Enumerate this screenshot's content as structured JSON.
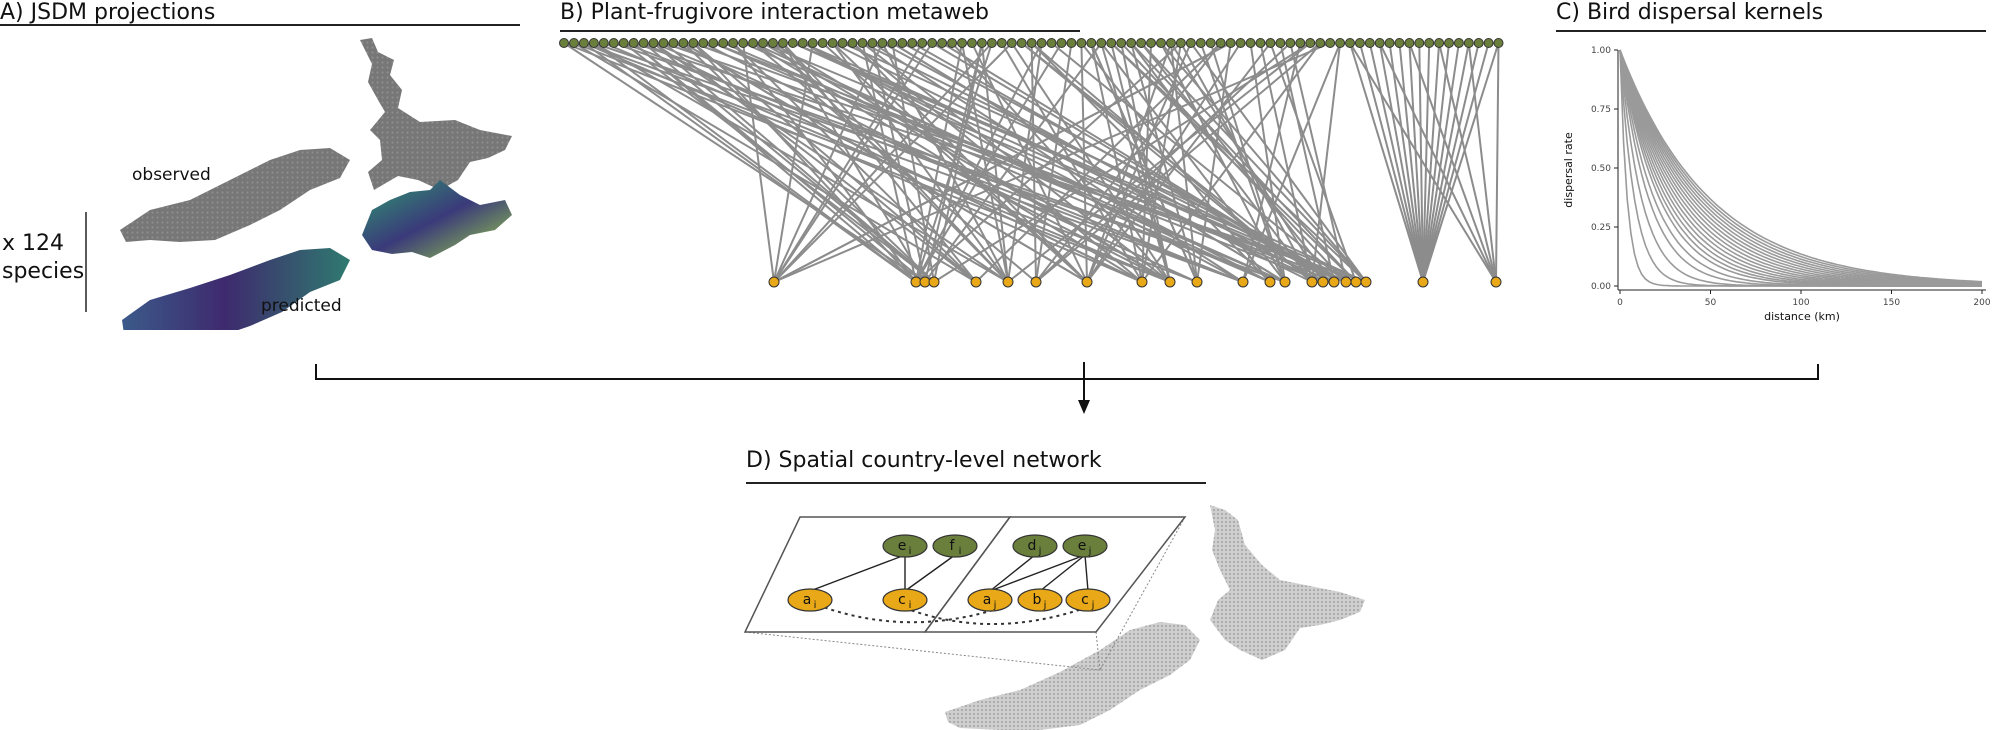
{
  "panelA": {
    "title": "A) JSDM projections",
    "label_observed": "observed",
    "label_predicted": "predicted",
    "multiplier_line1": "x 124",
    "multiplier_line2": "species"
  },
  "panelB": {
    "title": "B) Plant-frugivore interaction metaweb",
    "plant_color": "#6a7f3c",
    "frugivore_color": "#e8a817",
    "link_color": "#8c8c8c"
  },
  "panelC": {
    "title": "C) Bird dispersal kernels",
    "chart_data": {
      "type": "line",
      "xlabel": "distance (km)",
      "ylabel": "dispersal rate",
      "xlim": [
        0,
        200
      ],
      "ylim": [
        0,
        1
      ],
      "x_ticks": [
        "0",
        "50",
        "100",
        "150",
        "200"
      ],
      "y_ticks": [
        "0.00",
        "0.25",
        "0.50",
        "0.75",
        "1.00"
      ],
      "grid": false,
      "line_color": "#9a9a9a",
      "decay_lengths_km": [
        4,
        8,
        12,
        16,
        19,
        22,
        24,
        26,
        28,
        30,
        32,
        34,
        36,
        38,
        40,
        42,
        44,
        46,
        48,
        50
      ]
    }
  },
  "panelD": {
    "title": "D) Spatial country-level network",
    "nodes": [
      {
        "id": "ei",
        "base": "e",
        "sub": "i",
        "kind": "plant"
      },
      {
        "id": "fi",
        "base": "f",
        "sub": "i",
        "kind": "plant"
      },
      {
        "id": "dj",
        "base": "d",
        "sub": "j",
        "kind": "plant"
      },
      {
        "id": "ej",
        "base": "e",
        "sub": "j",
        "kind": "plant"
      },
      {
        "id": "ai",
        "base": "a",
        "sub": "i",
        "kind": "frugivore"
      },
      {
        "id": "ci",
        "base": "c",
        "sub": "i",
        "kind": "frugivore"
      },
      {
        "id": "aj",
        "base": "a",
        "sub": "j",
        "kind": "frugivore"
      },
      {
        "id": "bj",
        "base": "b",
        "sub": "j",
        "kind": "frugivore"
      },
      {
        "id": "cj",
        "base": "c",
        "sub": "j",
        "kind": "frugivore"
      }
    ],
    "map_color": "#bdbdbd"
  }
}
